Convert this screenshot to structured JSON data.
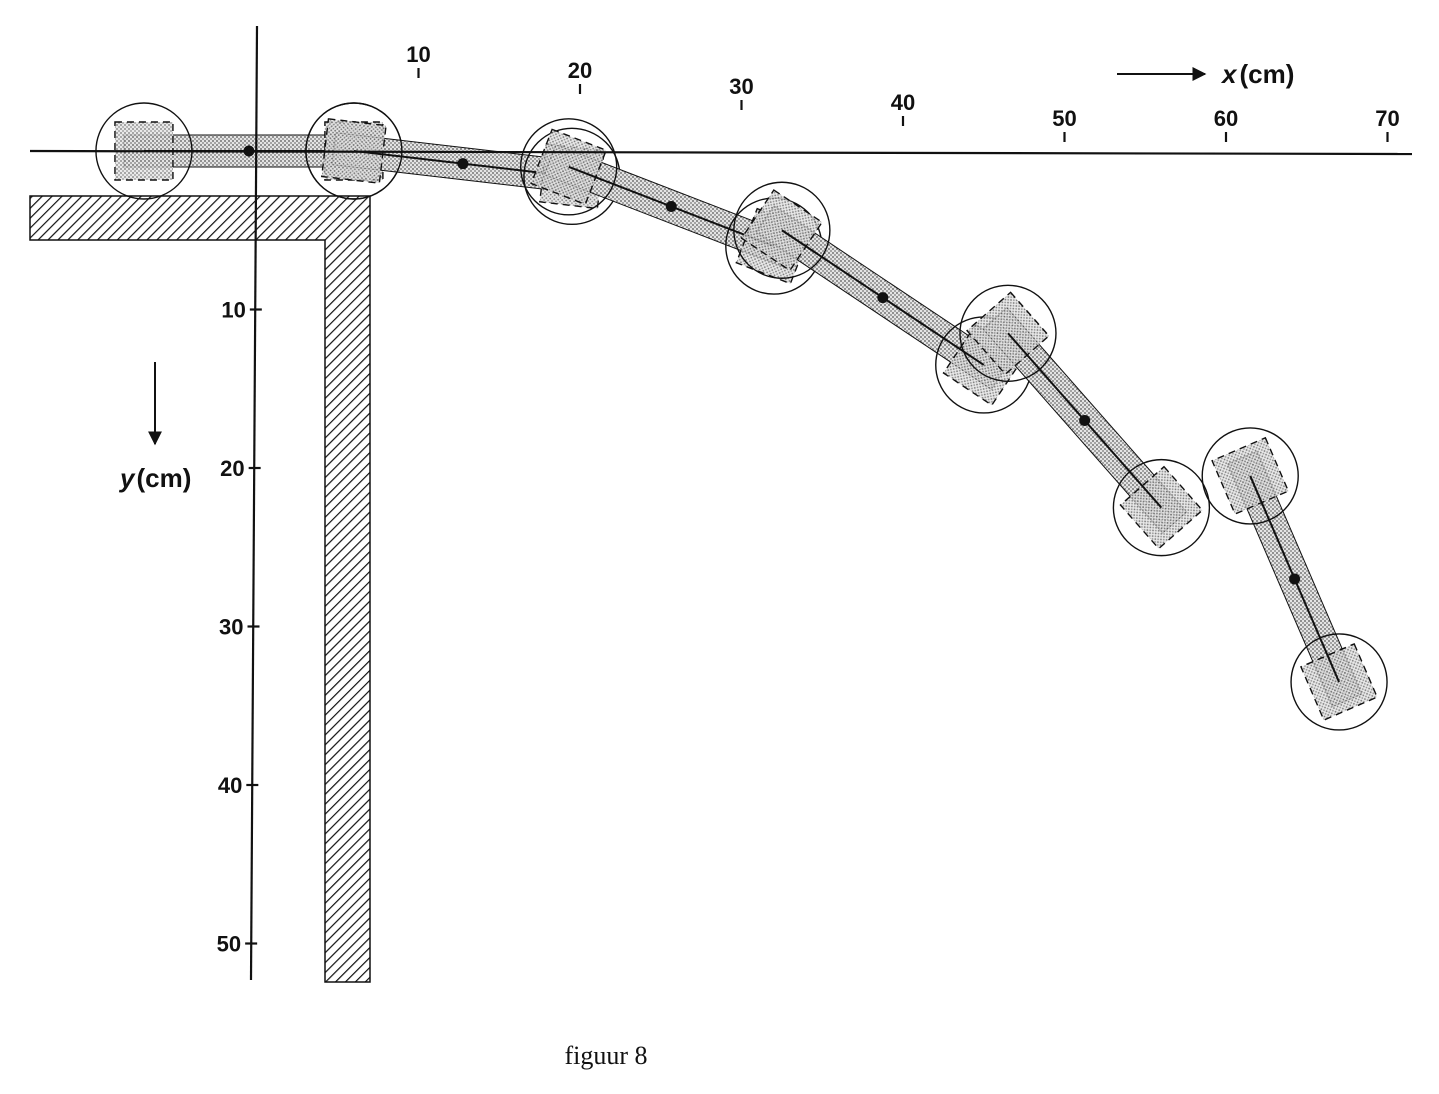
{
  "caption": "figuur 8",
  "x_axis": {
    "title_var": "x",
    "title_unit": "(cm)",
    "ticks": [
      "10",
      "20",
      "30",
      "40",
      "50",
      "60",
      "70"
    ]
  },
  "y_axis": {
    "title_var": "y",
    "title_unit": "(cm)",
    "ticks": [
      "10",
      "20",
      "30",
      "40",
      "50"
    ]
  },
  "positions": [
    {
      "c1": [
        -7,
        0
      ],
      "c2": [
        6,
        0
      ]
    },
    {
      "c1": [
        6,
        0
      ],
      "c2": [
        19.5,
        1.6
      ]
    },
    {
      "c1": [
        19.3,
        1
      ],
      "c2": [
        32,
        6
      ]
    },
    {
      "c1": [
        32.5,
        5
      ],
      "c2": [
        45,
        13.5
      ]
    },
    {
      "c1": [
        46.5,
        11.5
      ],
      "c2": [
        56,
        22.5
      ]
    },
    {
      "c1": [
        61.5,
        20.5
      ],
      "c2": [
        67,
        33.5
      ]
    }
  ],
  "colors": {
    "ink": "#111111",
    "fill": "#d9d9d9"
  }
}
